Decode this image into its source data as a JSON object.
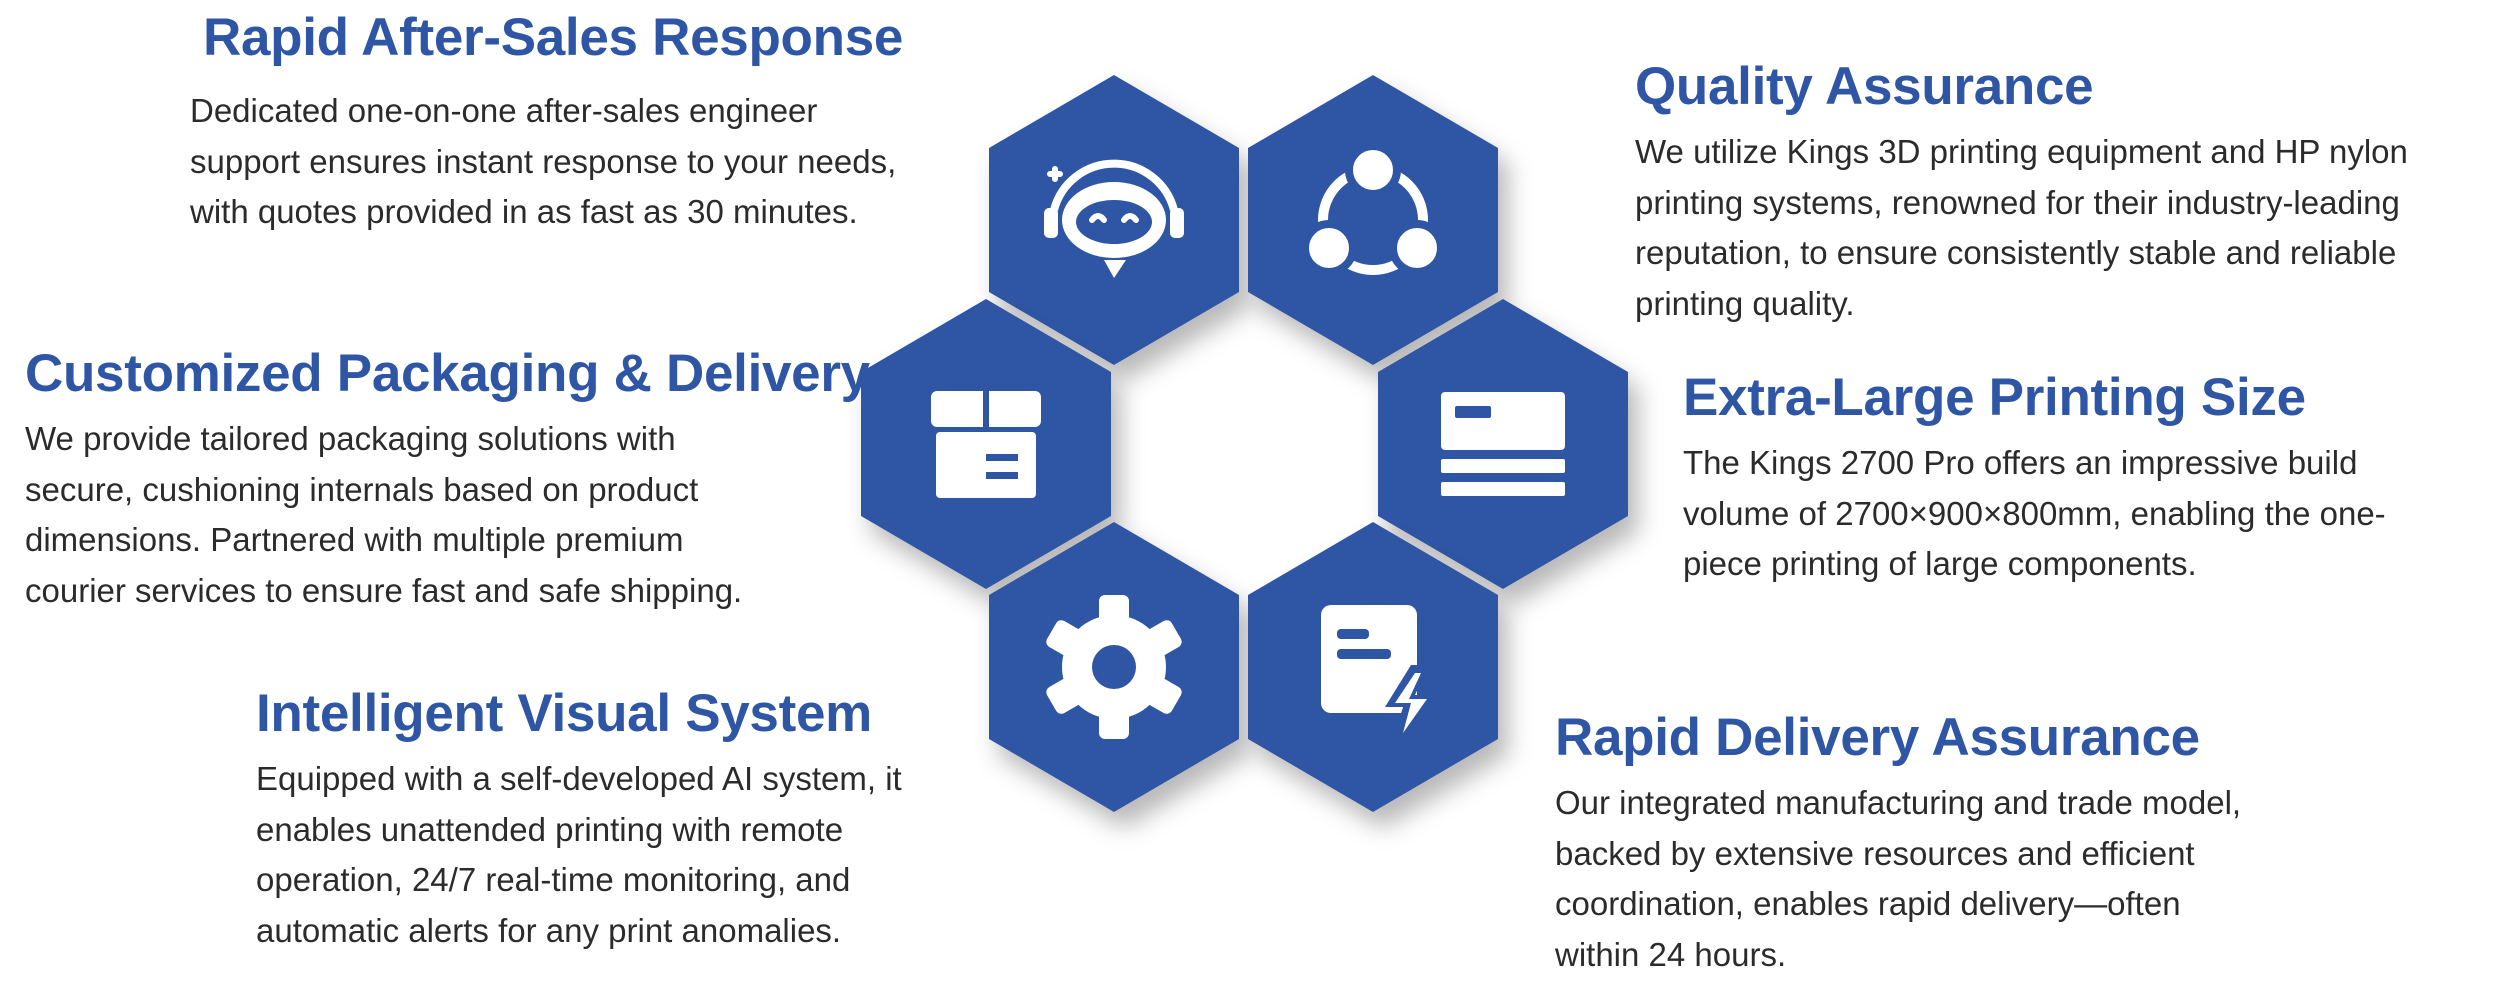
{
  "colors": {
    "accent": "#2f56a5",
    "text": "#2b2b2b",
    "icon": "#ffffff"
  },
  "features": [
    {
      "id": "after-sales",
      "icon": "support-headset-icon",
      "title": "Rapid After-Sales Response",
      "lines": [
        "Dedicated one-on-one after-sales engineer",
        "support ensures instant response to your needs,",
        "with quotes provided in as fast as 30 minutes."
      ]
    },
    {
      "id": "quality",
      "icon": "quality-cycle-icon",
      "title": "Quality Assurance",
      "lines": [
        "We utilize Kings 3D printing equipment and HP nylon",
        "printing systems, renowned for their industry-leading",
        "reputation, to ensure consistently stable and reliable",
        "printing quality."
      ]
    },
    {
      "id": "packaging",
      "icon": "package-box-icon",
      "title": "Customized Packaging & Delivery",
      "lines": [
        "We provide tailored packaging solutions with",
        "secure, cushioning internals based on product",
        "dimensions. Partnered with multiple premium",
        "courier services to ensure fast and safe shipping."
      ]
    },
    {
      "id": "printing-size",
      "icon": "build-volume-icon",
      "title": "Extra-Large Printing Size",
      "lines": [
        "The Kings 2700 Pro offers an impressive build",
        "volume of 2700×900×800mm, enabling the one-",
        "piece printing of large components."
      ]
    },
    {
      "id": "visual-system",
      "icon": "gear-icon",
      "title": "Intelligent Visual System",
      "lines": [
        "Equipped with a self-developed AI system, it",
        "enables unattended printing with remote",
        "operation, 24/7 real-time monitoring, and",
        "automatic alerts for any print anomalies."
      ]
    },
    {
      "id": "rapid-delivery",
      "icon": "fast-document-icon",
      "title": "Rapid Delivery Assurance",
      "lines": [
        "Our integrated manufacturing and trade model,",
        "backed by extensive resources and efficient",
        "coordination, enables rapid delivery—often",
        "within 24 hours."
      ]
    }
  ]
}
